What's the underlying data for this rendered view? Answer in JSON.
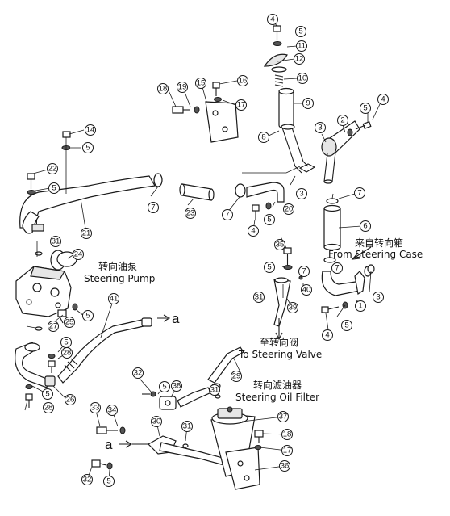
{
  "labels": {
    "steering_case_cn": "来自转向箱",
    "steering_case_en": "From Steering Case",
    "steering_pump_cn": "转向油泵",
    "steering_pump_en": "Steering Pump",
    "steering_valve_cn": "至转向阀",
    "steering_valve_en": "To Steering Valve",
    "oil_filter_cn": "转向滤油器",
    "oil_filter_en": "Steering Oil Filter",
    "ref_a_top": "a",
    "ref_a_bottom": "a"
  },
  "callouts": [
    "4",
    "5",
    "11",
    "12",
    "10",
    "9",
    "18",
    "19",
    "15",
    "16",
    "17",
    "4",
    "5",
    "3",
    "2",
    "8",
    "3",
    "7",
    "20",
    "5",
    "4",
    "7",
    "23",
    "7",
    "14",
    "5",
    "22",
    "5",
    "21",
    "31",
    "24",
    "35",
    "5",
    "7",
    "40",
    "6",
    "7",
    "3",
    "1",
    "31",
    "39",
    "5",
    "4",
    "41",
    "27",
    "25",
    "5",
    "5",
    "28",
    "26",
    "5",
    "28",
    "29",
    "32",
    "5",
    "38",
    "31",
    "33",
    "34",
    "30",
    "31",
    "37",
    "18",
    "17",
    "36",
    "32",
    "5"
  ]
}
